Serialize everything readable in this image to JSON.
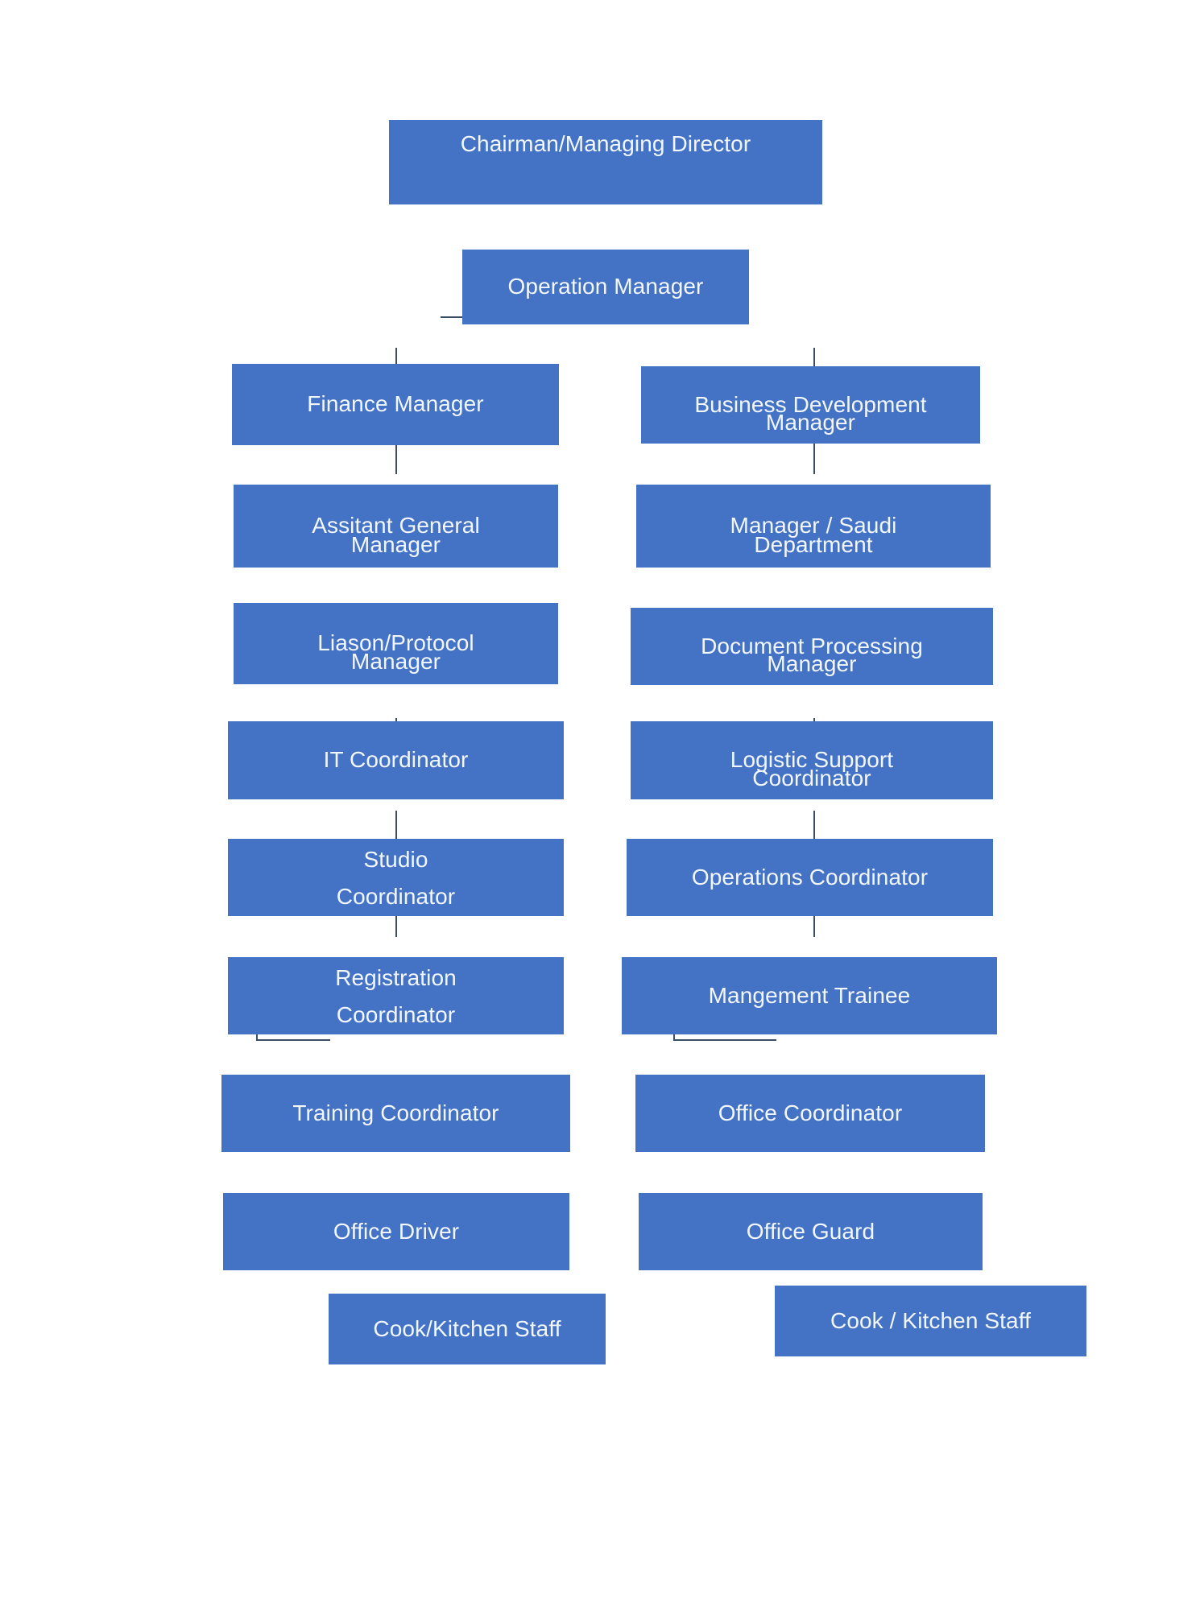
{
  "chart_data": {
    "type": "diagram",
    "diagram_kind": "organization-chart",
    "title": "",
    "orientation": "top-down",
    "node_fill_color": "#4472C4",
    "node_text_color": "#F2F7FD",
    "connector_color": "#3A4F66",
    "background_color": "#FFFFFF",
    "nodes": [
      {
        "id": "chairman",
        "label": "Chairman/Managing Director",
        "level": 0,
        "column": "center"
      },
      {
        "id": "operation",
        "label": "Operation Manager",
        "level": 1,
        "column": "center"
      },
      {
        "id": "finance",
        "label": "Finance Manager",
        "level": 2,
        "column": "left"
      },
      {
        "id": "bizdev",
        "label": "Business Development Manager",
        "level": 2,
        "column": "right"
      },
      {
        "id": "agm",
        "label": "Assitant General Manager",
        "level": 3,
        "column": "left"
      },
      {
        "id": "saudi",
        "label": "Manager / Saudi Department",
        "level": 3,
        "column": "right"
      },
      {
        "id": "liason",
        "label": "Liason/Protocol Manager",
        "level": 4,
        "column": "left"
      },
      {
        "id": "docproc",
        "label": "Document Processing Manager",
        "level": 4,
        "column": "right"
      },
      {
        "id": "it",
        "label": "IT Coordinator",
        "level": 5,
        "column": "left"
      },
      {
        "id": "logistic",
        "label": "Logistic Support Coordinator",
        "level": 5,
        "column": "right"
      },
      {
        "id": "studio",
        "label": "Studio Coordinator",
        "level": 6,
        "column": "left"
      },
      {
        "id": "opscoord",
        "label": "Operations Coordinator",
        "level": 6,
        "column": "right"
      },
      {
        "id": "registration",
        "label": "Registration Coordinator",
        "level": 7,
        "column": "left"
      },
      {
        "id": "trainee",
        "label": "Mangement Trainee",
        "level": 7,
        "column": "right"
      },
      {
        "id": "training",
        "label": "Training Coordinator",
        "level": 8,
        "column": "left"
      },
      {
        "id": "officecoord",
        "label": "Office Coordinator",
        "level": 8,
        "column": "right"
      },
      {
        "id": "driver",
        "label": "Office Driver",
        "level": 9,
        "column": "left"
      },
      {
        "id": "guard",
        "label": "Office Guard",
        "level": 9,
        "column": "right"
      },
      {
        "id": "cookleft",
        "label": "Cook/Kitchen Staff",
        "level": 10,
        "column": "left"
      },
      {
        "id": "cookright",
        "label": "Cook / Kitchen Staff",
        "level": 10,
        "column": "right"
      }
    ],
    "edges": [
      {
        "from": "chairman",
        "to": "operation",
        "style": "straight"
      },
      {
        "from": "operation",
        "to": "finance",
        "style": "elbow"
      },
      {
        "from": "operation",
        "to": "bizdev",
        "style": "elbow"
      },
      {
        "from": "finance",
        "to": "agm",
        "style": "straight"
      },
      {
        "from": "agm",
        "to": "liason",
        "style": "straight"
      },
      {
        "from": "liason",
        "to": "it",
        "style": "straight"
      },
      {
        "from": "it",
        "to": "studio",
        "style": "straight"
      },
      {
        "from": "studio",
        "to": "registration",
        "style": "straight"
      },
      {
        "from": "registration",
        "to": "training",
        "style": "straight"
      },
      {
        "from": "training",
        "to": "driver",
        "style": "straight"
      },
      {
        "from": "driver",
        "to": "cookleft",
        "style": "elbow"
      },
      {
        "from": "bizdev",
        "to": "saudi",
        "style": "straight"
      },
      {
        "from": "saudi",
        "to": "docproc",
        "style": "straight"
      },
      {
        "from": "docproc",
        "to": "logistic",
        "style": "straight"
      },
      {
        "from": "logistic",
        "to": "opscoord",
        "style": "straight"
      },
      {
        "from": "opscoord",
        "to": "trainee",
        "style": "straight"
      },
      {
        "from": "trainee",
        "to": "officecoord",
        "style": "straight"
      },
      {
        "from": "officecoord",
        "to": "guard",
        "style": "straight"
      },
      {
        "from": "guard",
        "to": "cookright",
        "style": "elbow"
      }
    ]
  },
  "nodes": {
    "chairman": {
      "label": "Chairman/Managing Director"
    },
    "operation": {
      "label": "Operation Manager"
    },
    "finance": {
      "label": "Finance Manager"
    },
    "bizdev": {
      "line1": "Business Development",
      "line2": "Manager"
    },
    "agm": {
      "line1": "Assitant General",
      "line2": "Manager"
    },
    "saudi": {
      "line1": "Manager / Saudi",
      "line2": "Department"
    },
    "liason": {
      "line1": "Liason/Protocol",
      "line2": "Manager"
    },
    "docproc": {
      "line1": "Document Processing",
      "line2": "Manager"
    },
    "it": {
      "label": "IT Coordinator"
    },
    "logistic": {
      "line1": "Logistic Support",
      "line2": "Coordinator"
    },
    "studio": {
      "line1": "Studio",
      "line2": "Coordinator"
    },
    "opscoord": {
      "label": "Operations Coordinator"
    },
    "registration": {
      "line1": "Registration",
      "line2": "Coordinator"
    },
    "trainee": {
      "label": "Mangement Trainee"
    },
    "training": {
      "label": "Training Coordinator"
    },
    "officecoord": {
      "label": "Office Coordinator"
    },
    "driver": {
      "label": "Office Driver"
    },
    "guard": {
      "label": "Office Guard"
    },
    "cookleft": {
      "label": "Cook/Kitchen Staff"
    },
    "cookright": {
      "label": "Cook / Kitchen Staff"
    }
  }
}
